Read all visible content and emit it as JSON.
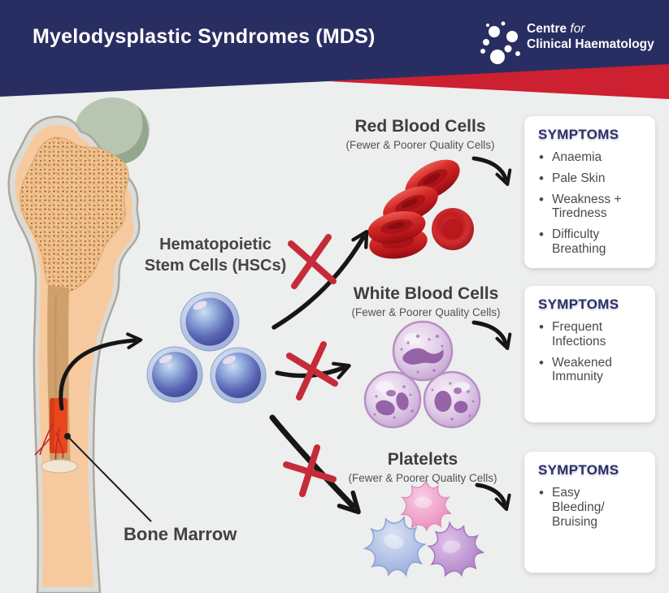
{
  "header": {
    "title": "Myelodysplastic Syndromes (MDS)",
    "logo": {
      "name_part1": "Centre",
      "name_part2": "for",
      "name_line2": "Clinical Haematology"
    }
  },
  "diagram": {
    "source_label": "Bone Marrow",
    "hsc_line1": "Hematopoietic",
    "hsc_line2": "Stem Cells (HSCs)",
    "branches": [
      {
        "title": "Red Blood Cells",
        "subtitle": "(Fewer & Poorer Quality Cells)",
        "symptoms_heading": "SYMPTOMS",
        "symptoms": [
          "Anaemia",
          "Pale Skin",
          "Weakness + Tiredness",
          "Difficulty Breathing"
        ]
      },
      {
        "title": "White Blood Cells",
        "subtitle": "(Fewer & Poorer Quality Cells)",
        "symptoms_heading": "SYMPTOMS",
        "symptoms": [
          "Frequent Infections",
          "Weakened Immunity"
        ]
      },
      {
        "title": "Platelets",
        "subtitle": "(Fewer & Poorer Quality Cells)",
        "symptoms_heading": "SYMPTOMS",
        "symptoms": [
          "Easy Bleeding/ Bruising"
        ]
      }
    ]
  },
  "colors": {
    "header_navy": "#292e62",
    "accent_red": "#cd2030",
    "background": "#edeeee",
    "x_mark_red": "#c52b38",
    "symptoms_heading_navy": "#2b3066",
    "body_text": "#4a4a4c"
  }
}
